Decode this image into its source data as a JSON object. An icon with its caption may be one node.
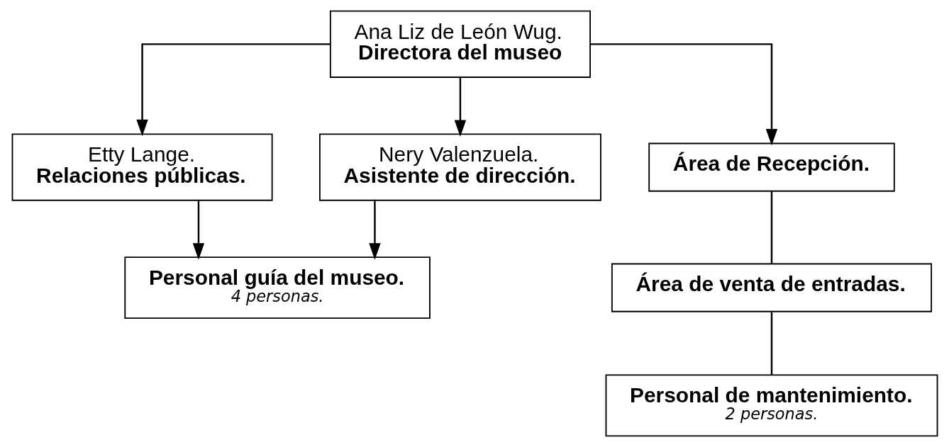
{
  "diagram": {
    "nodes": [
      {
        "text": [
          "Ana Liz de León Wug.",
          "Directora del museo"
        ]
      },
      {
        "text": [
          "Etty Lange.",
          "Relaciones públicas."
        ]
      },
      {
        "text": [
          "Nery Valenzuela.",
          "Asistente de dirección."
        ]
      },
      {
        "text": [
          "Área de Recepción."
        ]
      },
      {
        "text": [
          "Personal guía del museo.",
          "4 personas."
        ]
      },
      {
        "text": [
          "Área de venta de entradas."
        ]
      },
      {
        "text": [
          "Personal de mantenimiento.",
          "2 personas."
        ]
      }
    ],
    "edges": [
      {
        "from": 0,
        "to": 1,
        "arrow": "to"
      },
      {
        "from": 0,
        "to": 2,
        "arrow": "to"
      },
      {
        "from": 0,
        "to": 3,
        "arrow": "to"
      },
      {
        "from": 1,
        "to": 4,
        "arrow": "to"
      },
      {
        "from": 2,
        "to": 4,
        "arrow": "to"
      },
      {
        "from": 3,
        "to": 5,
        "arrow": "none"
      },
      {
        "from": 5,
        "to": 6,
        "arrow": "none"
      }
    ]
  }
}
